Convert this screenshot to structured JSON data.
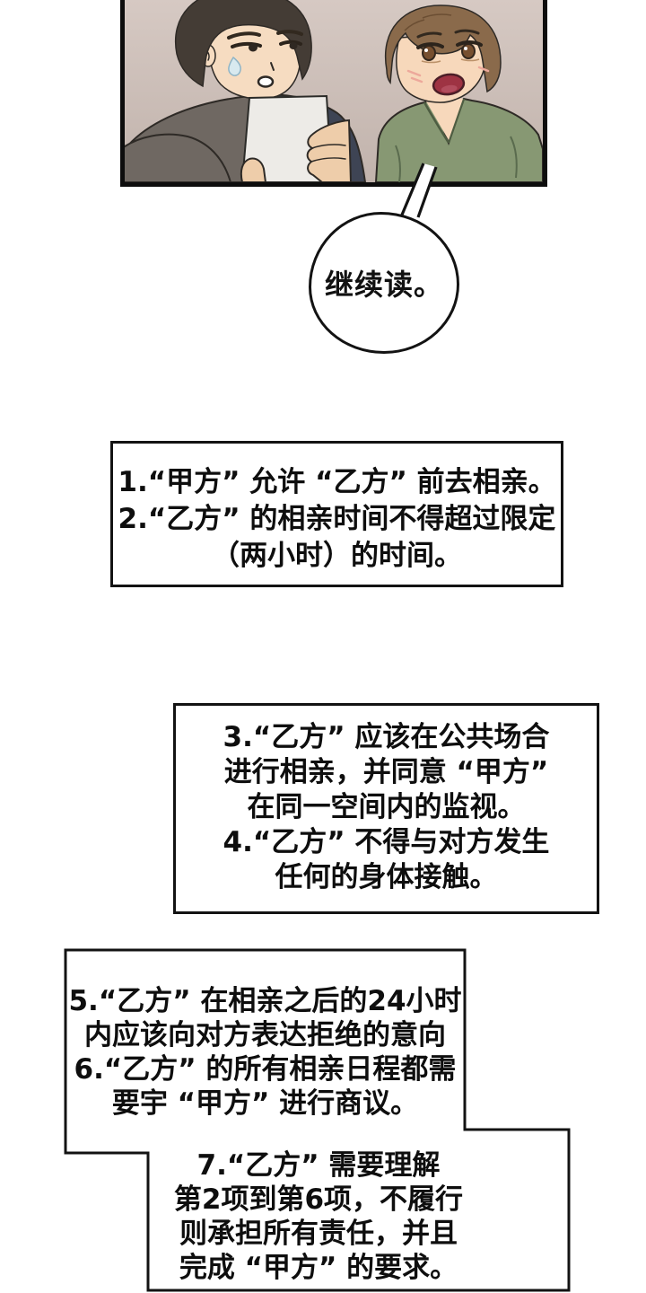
{
  "page": {
    "background": "#ffffff"
  },
  "panel": {
    "description": "Two young men looking at a paper contract; dark-haired man in dark shirt holds the page while brown-haired man in green hoodie speaks",
    "colors": {
      "wall_top": "#d6c9c3",
      "wall_bottom": "#c1b3ac",
      "border": "#0d0d0d",
      "left_hair": "#443c35",
      "left_skin": "#f6dcc1",
      "left_shirt_gray": "#6f6862",
      "left_shirt_navy": "#3e4454",
      "hand_skin": "#eecdaa",
      "paper": "#edebe7",
      "right_hair": "#8a6a4b",
      "right_skin": "#f7d8bb",
      "hoodie": "#879873",
      "hoodie_line": "#4e5d42",
      "mouth_red": "#9e3343",
      "blush": "#eda89b",
      "sweat": "#d8e9ef"
    }
  },
  "speech_bubble": {
    "text": "继续读。"
  },
  "contract_boxes": [
    {
      "lines": [
        "1.“甲方” 允许 “乙方” 前去相亲。",
        "2.“乙方” 的相亲时间不得超过限定",
        "（两小时）的时间。"
      ]
    },
    {
      "lines": [
        "3.“乙方” 应该在公共场合",
        "进行相亲，并同意 “甲方”",
        "在同一空间内的监视。",
        "4.“乙方” 不得与对方发生",
        "任何的身体接触。"
      ]
    },
    {
      "lines": [
        "5.“乙方” 在相亲之后的24小时",
        "内应该向对方表达拒绝的意向",
        "6.“乙方” 的所有相亲日程都需",
        "要宇 “甲方” 进行商议。"
      ]
    },
    {
      "lines": [
        "7.“乙方” 需要理解",
        "第2项到第6项，不履行",
        "则承担所有责任，并且",
        "完成 “甲方” 的要求。"
      ]
    }
  ]
}
